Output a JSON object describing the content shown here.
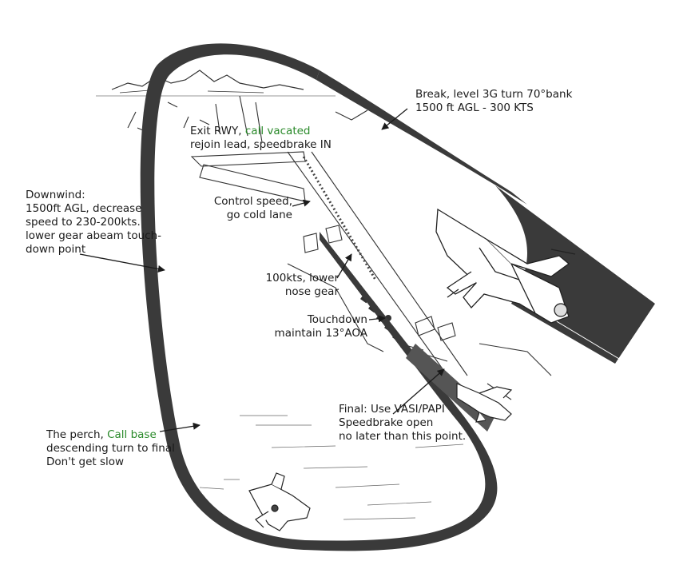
{
  "colors": {
    "pattern": "#3a3a3a",
    "ink": "#1a1a1a",
    "call": "#2a8a2a",
    "background": "#ffffff"
  },
  "labels": {
    "break": {
      "line1": "Break, level 3G turn 70°bank",
      "line2": "1500 ft AGL - 300 KTS"
    },
    "exit": {
      "line1_pre": "Exit RWY, ",
      "line1_call": "call vacated",
      "line2": "rejoin lead, speedbrake IN"
    },
    "control": {
      "line1": "Control speed,",
      "line2": "go cold lane"
    },
    "downwind": {
      "line1": "Downwind:",
      "line2": "1500ft AGL, decrease",
      "line3": "speed to 230-200kts.",
      "line4": "lower gear abeam touch-",
      "line5": "down point"
    },
    "lower_nose": {
      "line1": "100kts, lower",
      "line2": "nose gear"
    },
    "touchdown": {
      "line1": "Touchdown",
      "line2": "maintain 13°AOA"
    },
    "final": {
      "line1": "Final: Use VASI/PAPI",
      "line2": "Speedbrake open",
      "line3": "no later than this point."
    },
    "perch": {
      "line1_pre": "The perch, ",
      "line1_call": "Call base",
      "line2": "descending turn to final",
      "line3": "Don't get slow"
    }
  },
  "icons": [
    "jet-break-icon",
    "jet-final-icon",
    "jet-perch-icon",
    "mountains-icon"
  ]
}
